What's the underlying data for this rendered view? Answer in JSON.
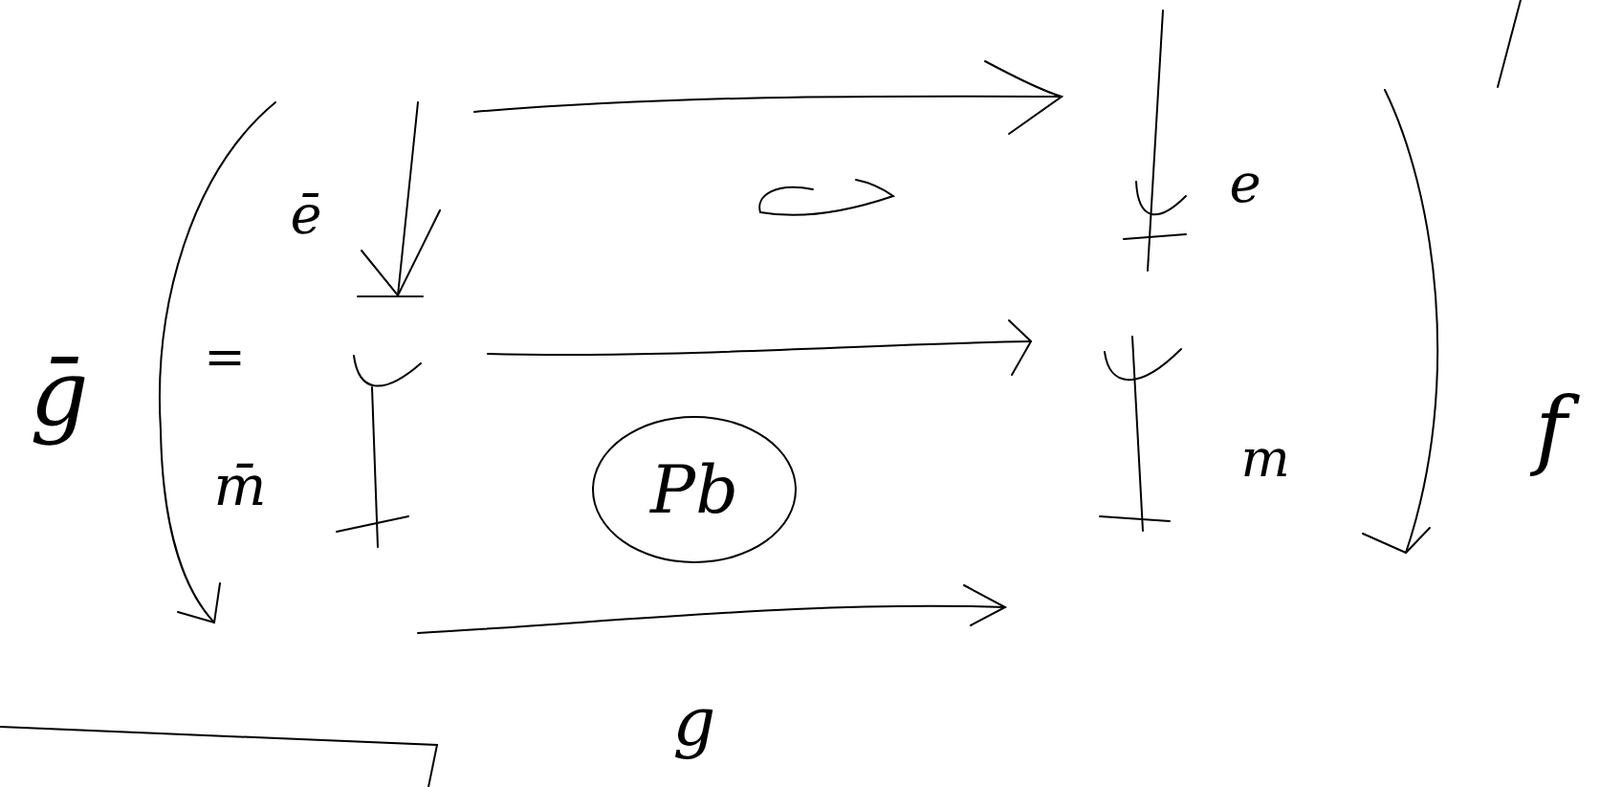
{
  "diagram": {
    "nodes": [
      {
        "text": [
          "Pb"
        ]
      }
    ],
    "labels": [
      "ḡ",
      "ē",
      "=",
      "m̄",
      "e",
      "m",
      "f",
      "g"
    ]
  }
}
